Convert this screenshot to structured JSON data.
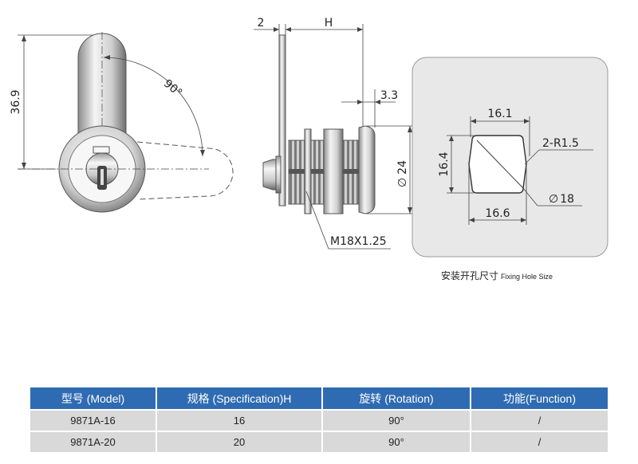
{
  "drawing": {
    "front": {
      "height": "36.9",
      "angle": "90°"
    },
    "side": {
      "thickness": "2",
      "h": "H",
      "gap": "3.3",
      "diameter": "24",
      "thread": "M18X1.25"
    },
    "hole": {
      "width_top": "16.1",
      "height": "16.4",
      "width_bottom": "16.6",
      "radius": "2-R1.5",
      "diameter": "18"
    },
    "diameter_symbol": "∅"
  },
  "caption": {
    "zh": "安装开孔尺寸",
    "en": "Fixing Hole Size"
  },
  "table": {
    "headers": [
      "型号 (Model)",
      "规格 (Specification)H",
      "旋转 (Rotation)",
      "功能(Function)"
    ],
    "rows": [
      [
        "9871A-16",
        "16",
        "90°",
        "/"
      ],
      [
        "9871A-20",
        "20",
        "90°",
        "/"
      ]
    ]
  },
  "colors": {
    "header_bg": "#2f6bb2",
    "row_bg": "#d9d9d9",
    "panel_bg": "#e8e8e8"
  }
}
